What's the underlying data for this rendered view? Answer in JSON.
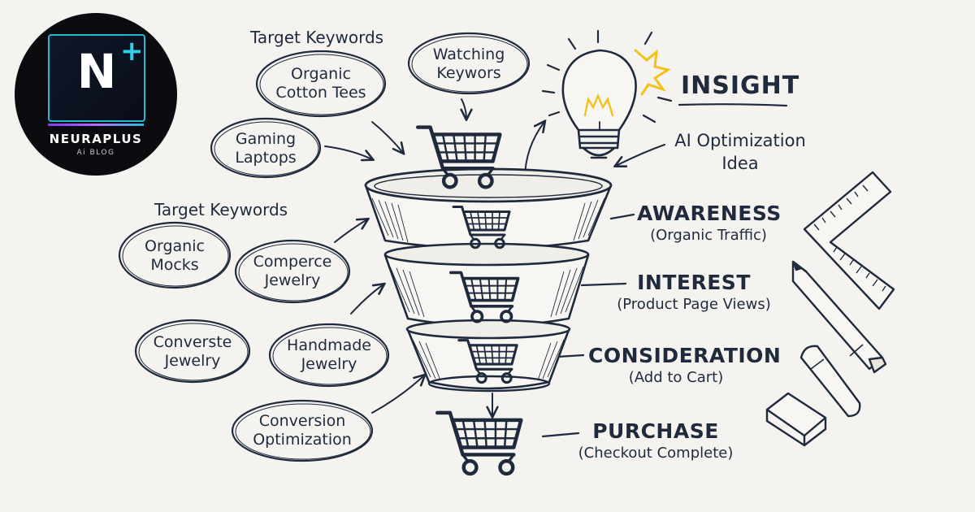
{
  "logo": {
    "letter": "N",
    "plus": "+",
    "name": "NEURAPLUS",
    "tagline": "Ai BLOG"
  },
  "headers": {
    "target_keywords_top": "Target Keywords",
    "target_keywords_mid": "Target Keywords"
  },
  "bubbles": [
    {
      "id": "organic-cotton-tees",
      "lines": [
        "Organic",
        "Cotton Tees"
      ]
    },
    {
      "id": "watching-keywors",
      "lines": [
        "Watching",
        "Keywors"
      ]
    },
    {
      "id": "gaming-laptops",
      "lines": [
        "Gaming",
        "Laptops"
      ]
    },
    {
      "id": "organic-mocks",
      "lines": [
        "Organic",
        "Mocks"
      ]
    },
    {
      "id": "comperce-jewelry",
      "lines": [
        "Comperce",
        "Jewelry"
      ]
    },
    {
      "id": "converste-jewelry",
      "lines": [
        "Converste",
        "Jewelry"
      ]
    },
    {
      "id": "handmade-jewelry",
      "lines": [
        "Handmade",
        "Jewelry"
      ]
    },
    {
      "id": "conversion-optimization",
      "lines": [
        "Conversion",
        "Optimization"
      ]
    }
  ],
  "insight": {
    "title": "INSIGHT",
    "idea_line1": "AI Optimization",
    "idea_line2": "Idea"
  },
  "stages": [
    {
      "title": "AWARENESS",
      "subtitle": "(Organic Traffic)"
    },
    {
      "title": "INTEREST",
      "subtitle": "(Product Page Views)"
    },
    {
      "title": "CONSIDERATION",
      "subtitle": "(Add to Cart)"
    },
    {
      "title": "PURCHASE",
      "subtitle": "(Checkout Complete)"
    }
  ],
  "colors": {
    "ink": "#1f2a3d",
    "background": "#f4f3ef",
    "bulb_glow": "#f2c21b",
    "logo_accent": "#2fd1e8"
  },
  "icons": [
    "shopping-cart-icon",
    "light-bulb-icon",
    "ruler-icon",
    "pencil-icon",
    "marker-icon",
    "eraser-icon"
  ]
}
